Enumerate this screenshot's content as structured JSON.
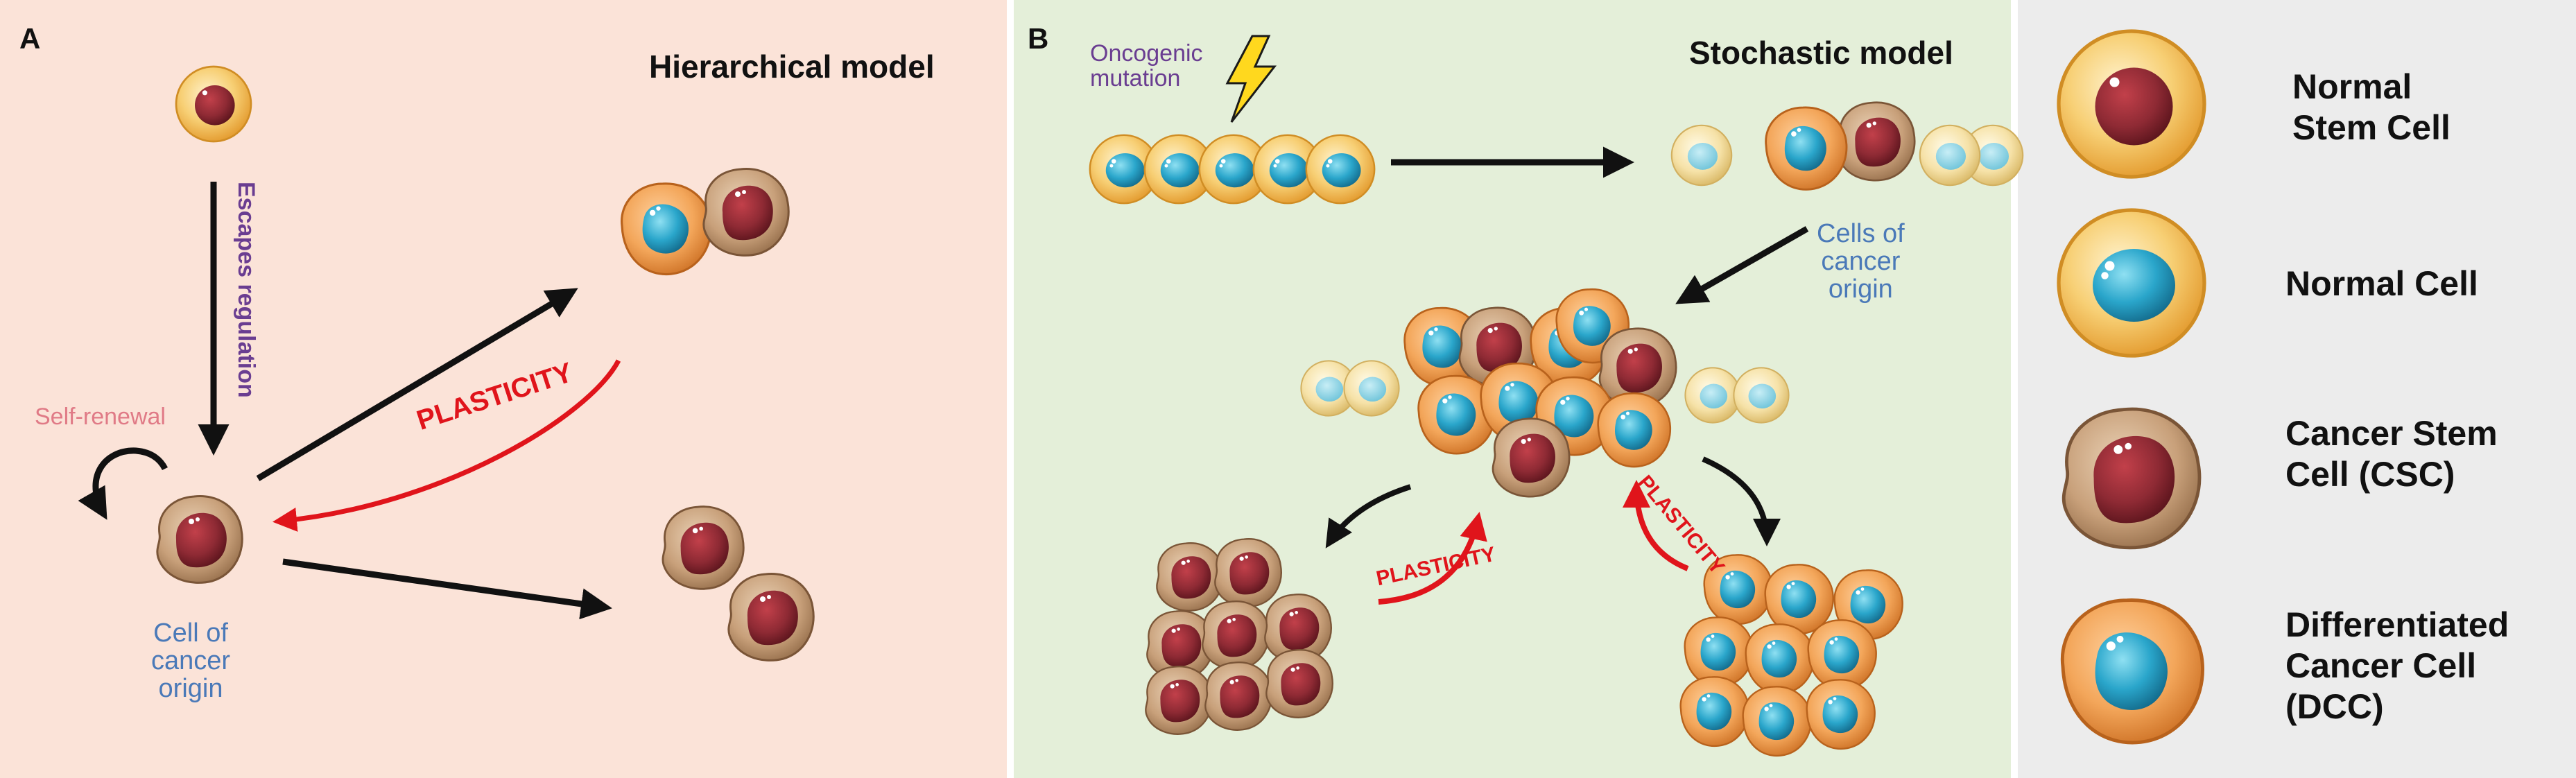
{
  "panel_a": {
    "letter": "A",
    "title": "Hierarchical model",
    "escapes_label": "Escapes regulation",
    "self_renewal_label": "Self-renewal",
    "plasticity_label": "PLASTICITY",
    "origin_label": [
      "Cell of",
      "cancer",
      "origin"
    ]
  },
  "panel_b": {
    "letter": "B",
    "title": "Stochastic model",
    "mutation_label": [
      "Oncogenic",
      "mutation"
    ],
    "origin_label": [
      "Cells of",
      "cancer",
      "origin"
    ],
    "plasticity_left": "PLASTICITY",
    "plasticity_right": "PLASTICITY"
  },
  "legend": {
    "items": [
      {
        "label": [
          "Normal",
          "Stem Cell"
        ],
        "icon": "normal-stem-cell-icon"
      },
      {
        "label": [
          "Normal Cell"
        ],
        "icon": "normal-cell-icon"
      },
      {
        "label": [
          "Cancer Stem",
          "Cell (CSC)"
        ],
        "icon": "cancer-stem-cell-icon"
      },
      {
        "label": [
          "Differentiated",
          "Cancer Cell",
          "(DCC)"
        ],
        "icon": "differentiated-cancer-cell-icon"
      }
    ]
  },
  "colors": {
    "panel_a_bg": "#fbe3d8",
    "panel_b_bg": "#e4efd9",
    "legend_bg": "#ececec",
    "stem_cell_body": "#f6c768",
    "stem_nucleus": "#8e2a34",
    "normal_nucleus": "#2a9fc3",
    "csc_body": "#c69a72",
    "dcc_body": "#f0a35a",
    "plasticity_red": "#e0141b",
    "label_blue": "#4a79b8",
    "label_purple": "#6a3d91"
  }
}
